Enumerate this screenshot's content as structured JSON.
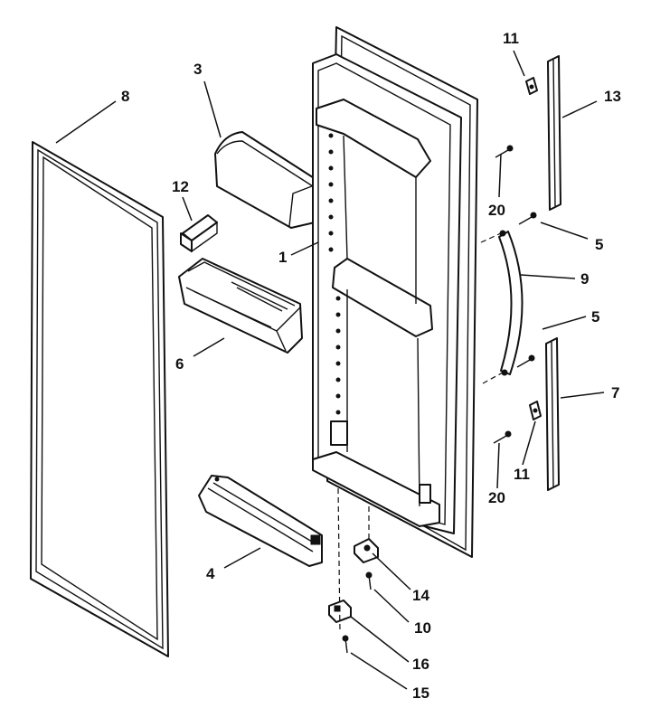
{
  "callouts": [
    {
      "id": "8",
      "text": "8"
    },
    {
      "id": "3",
      "text": "3"
    },
    {
      "id": "12",
      "text": "12"
    },
    {
      "id": "1",
      "text": "1"
    },
    {
      "id": "6",
      "text": "6"
    },
    {
      "id": "4",
      "text": "4"
    },
    {
      "id": "11a",
      "text": "11"
    },
    {
      "id": "13",
      "text": "13"
    },
    {
      "id": "20a",
      "text": "20"
    },
    {
      "id": "5a",
      "text": "5"
    },
    {
      "id": "9",
      "text": "9"
    },
    {
      "id": "5b",
      "text": "5"
    },
    {
      "id": "7",
      "text": "7"
    },
    {
      "id": "11b",
      "text": "11"
    },
    {
      "id": "20b",
      "text": "20"
    },
    {
      "id": "14",
      "text": "14"
    },
    {
      "id": "10",
      "text": "10"
    },
    {
      "id": "16",
      "text": "16"
    },
    {
      "id": "15",
      "text": "15"
    }
  ]
}
